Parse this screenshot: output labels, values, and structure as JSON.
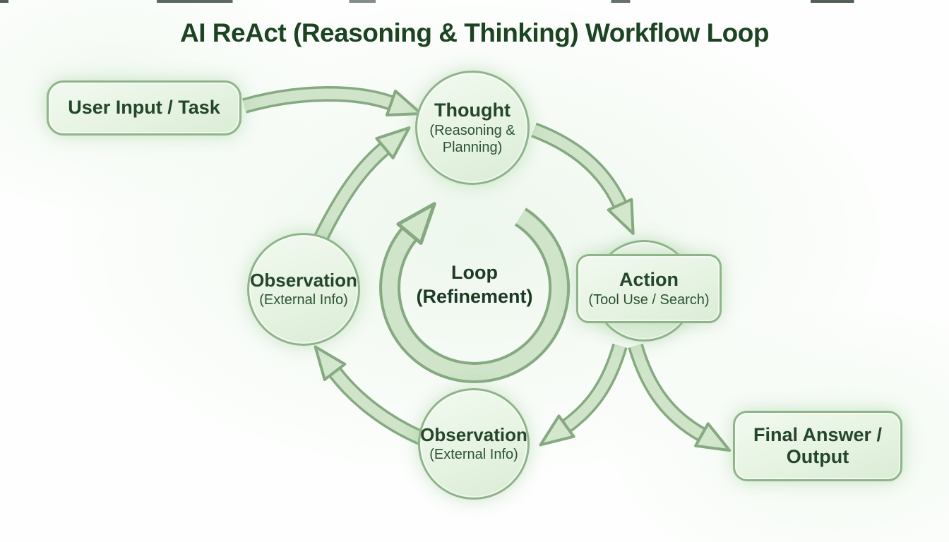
{
  "title": "AI ReAct (Reasoning & Thinking) Workflow Loop",
  "nodes": {
    "user_input": {
      "label": "User Input / Task"
    },
    "thought": {
      "label": "Thought",
      "sublabel": "(Reasoning & Planning)"
    },
    "observation_left": {
      "label": "Observation",
      "sublabel": "(External Info)"
    },
    "action": {
      "label": "Action",
      "sublabel": "(Tool Use / Search)"
    },
    "loop": {
      "label": "Loop",
      "sublabel": "(Refinement)"
    },
    "observation_bottom": {
      "label": "Observation",
      "sublabel": "(External Info)"
    },
    "final_answer": {
      "label": "Final Answer / Output"
    }
  },
  "edges": [
    {
      "from": "User Input / Task",
      "to": "Thought"
    },
    {
      "from": "Observation (External Info, left)",
      "to": "Thought"
    },
    {
      "from": "Thought",
      "to": "Action"
    },
    {
      "from": "Action",
      "to": "Observation (External Info, bottom)"
    },
    {
      "from": "Action",
      "to": "Final Answer / Output"
    },
    {
      "from": "Observation (External Info, bottom)",
      "to": "Observation (External Info, left)"
    },
    {
      "from": "Loop (Refinement)",
      "to": "Loop (Refinement)",
      "type": "circular-cycle"
    }
  ],
  "colors": {
    "title_text": "#1c4423",
    "node_fill": "#e8f4e5",
    "node_border": "#8fb48a",
    "node_text": "#24462a",
    "arrow_fill": "#cfe4c9",
    "arrow_outline": "#86a981",
    "background": "#fdfefd"
  }
}
